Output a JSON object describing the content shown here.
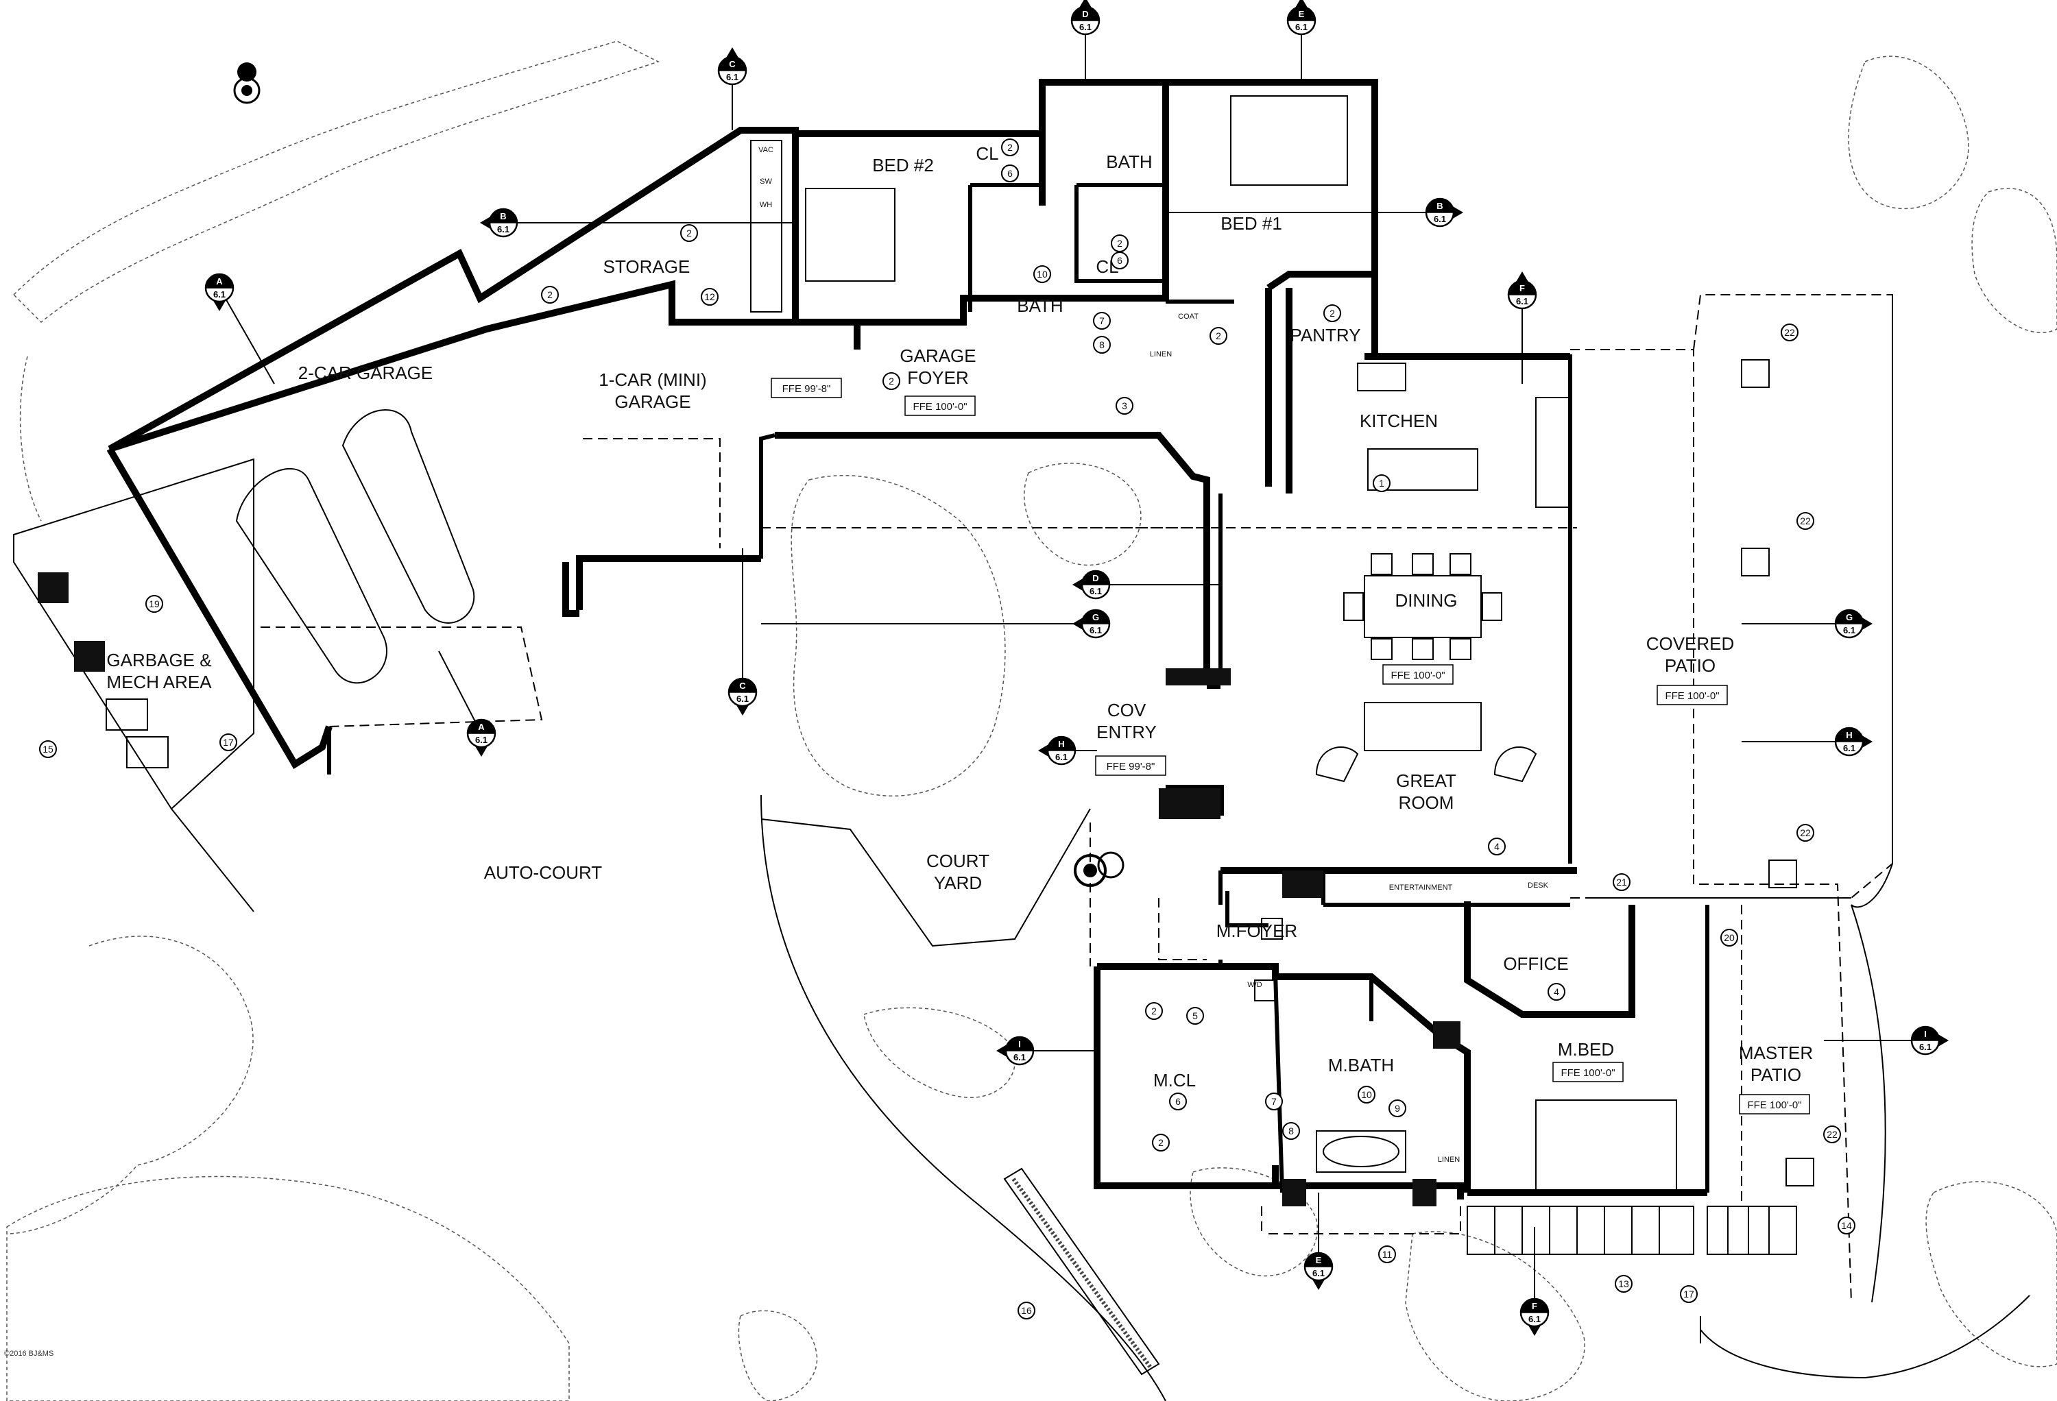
{
  "rooms": {
    "garage2": "2-CAR GARAGE",
    "garage1_l1": "1-CAR (MINI)",
    "garage1_l2": "GARAGE",
    "storage": "STORAGE",
    "bed2": "BED #2",
    "cl_upper": "CL",
    "bath_upper": "BATH",
    "bed1": "BED #1",
    "cl_mid": "CL",
    "bath_mid": "BATH",
    "garage_foyer_l1": "GARAGE",
    "garage_foyer_l2": "FOYER",
    "pantry": "PANTRY",
    "coat": "COAT",
    "linen_upper": "LINEN",
    "kitchen": "KITCHEN",
    "dining": "DINING",
    "great_room_l1": "GREAT",
    "great_room_l2": "ROOM",
    "covered_patio_l1": "COVERED",
    "covered_patio_l2": "PATIO",
    "cov_entry_l1": "COV",
    "cov_entry_l2": "ENTRY",
    "court_yard_l1": "COURT",
    "court_yard_l2": "YARD",
    "auto_court": "AUTO-COURT",
    "garbage_l1": "GARBAGE &",
    "garbage_l2": "MECH AREA",
    "m_foyer": "M.FOYER",
    "office": "OFFICE",
    "m_cl": "M.CL",
    "m_bath": "M.BATH",
    "m_bed": "M.BED",
    "master_patio_l1": "MASTER",
    "master_patio_l2": "PATIO",
    "entertainment": "ENTERTAINMENT",
    "desk": "DESK",
    "linen_lower": "LINEN",
    "wd": "W/D",
    "vac": "VAC",
    "sw": "SW",
    "wh": "WH"
  },
  "ffe": {
    "garage_foyer": "FFE 100'-0\"",
    "side": "FFE 99'-8\"",
    "dining": "FFE 100'-0\"",
    "covered_patio": "FFE 100'-0\"",
    "cov_entry": "FFE 99'-8\"",
    "m_bed": "FFE 100'-0\"",
    "master_patio": "FFE 100'-0\""
  },
  "section_markers": [
    {
      "letter": "C",
      "sheet": "6.1"
    },
    {
      "letter": "D",
      "sheet": "6.1"
    },
    {
      "letter": "E",
      "sheet": "6.1"
    },
    {
      "letter": "B",
      "sheet": "6.1"
    },
    {
      "letter": "B",
      "sheet": "6.1"
    },
    {
      "letter": "A",
      "sheet": "6.1"
    },
    {
      "letter": "F",
      "sheet": "6.1"
    },
    {
      "letter": "D",
      "sheet": "6.1"
    },
    {
      "letter": "G",
      "sheet": "6.1"
    },
    {
      "letter": "C",
      "sheet": "6.1"
    },
    {
      "letter": "A",
      "sheet": "6.1"
    },
    {
      "letter": "H",
      "sheet": "6.1"
    },
    {
      "letter": "G",
      "sheet": "6.1"
    },
    {
      "letter": "H",
      "sheet": "6.1"
    },
    {
      "letter": "I",
      "sheet": "6.1"
    },
    {
      "letter": "I",
      "sheet": "6.1"
    },
    {
      "letter": "E",
      "sheet": "6.1"
    },
    {
      "letter": "F",
      "sheet": "6.1"
    }
  ],
  "keynotes": [
    "2",
    "2",
    "2",
    "12",
    "2",
    "6",
    "2",
    "6",
    "10",
    "7",
    "8",
    "2",
    "2",
    "3",
    "2",
    "19",
    "15",
    "17",
    "1",
    "22",
    "22",
    "22",
    "22",
    "4",
    "21",
    "20",
    "2",
    "5",
    "6",
    "2",
    "7",
    "8",
    "10",
    "9",
    "4",
    "11",
    "13",
    "14",
    "17",
    "16"
  ],
  "copyright": "©2016 BJ&MS"
}
